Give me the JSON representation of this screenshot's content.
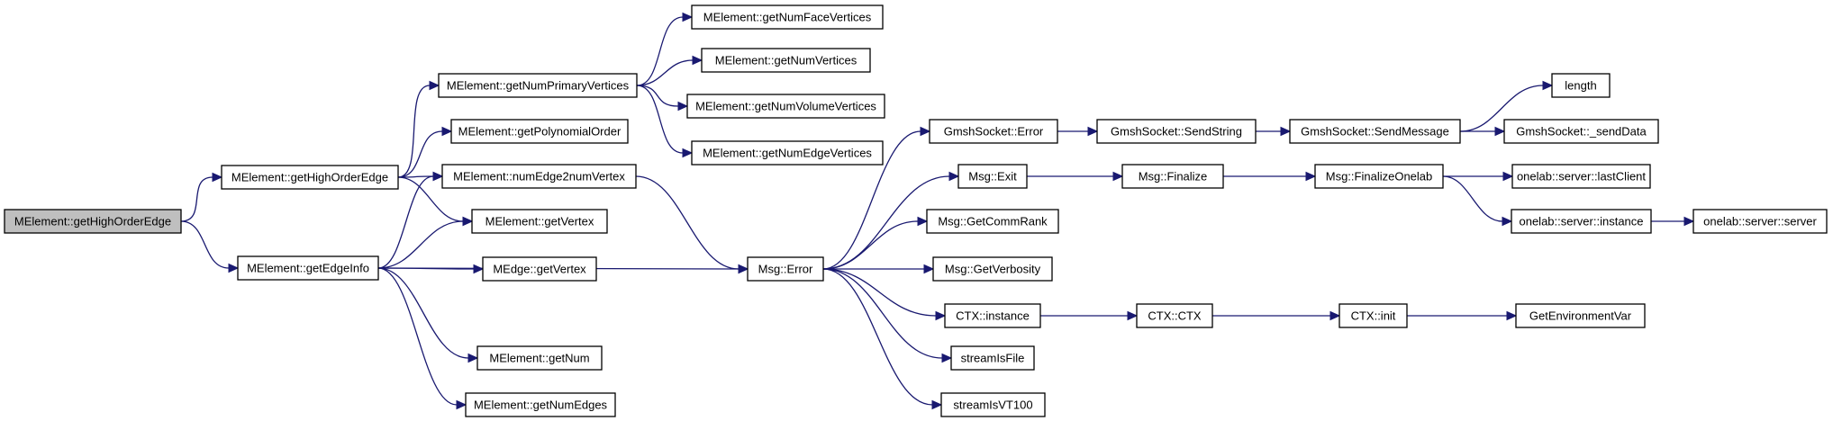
{
  "graph": {
    "nodes": [
      {
        "id": "n0",
        "label": "MElement::getHighOrderEdge",
        "root": true
      },
      {
        "id": "n1",
        "label": "MElement::getHighOrderEdge"
      },
      {
        "id": "n2",
        "label": "MElement::getEdgeInfo"
      },
      {
        "id": "n3",
        "label": "MElement::getNumPrimaryVertices"
      },
      {
        "id": "n4",
        "label": "MElement::getPolynomialOrder"
      },
      {
        "id": "n5",
        "label": "MElement::numEdge2numVertex"
      },
      {
        "id": "n6",
        "label": "MElement::getVertex"
      },
      {
        "id": "n7",
        "label": "MEdge::getVertex"
      },
      {
        "id": "n8",
        "label": "MElement::getNum"
      },
      {
        "id": "n9",
        "label": "MElement::getNumEdges"
      },
      {
        "id": "n10",
        "label": "MElement::getNumFaceVertices"
      },
      {
        "id": "n11",
        "label": "MElement::getNumVertices"
      },
      {
        "id": "n12",
        "label": "MElement::getNumVolumeVertices"
      },
      {
        "id": "n13",
        "label": "MElement::getNumEdgeVertices"
      },
      {
        "id": "n14",
        "label": "Msg::Error"
      },
      {
        "id": "n15",
        "label": "GmshSocket::Error"
      },
      {
        "id": "n16",
        "label": "Msg::Exit"
      },
      {
        "id": "n17",
        "label": "Msg::GetCommRank"
      },
      {
        "id": "n18",
        "label": "Msg::GetVerbosity"
      },
      {
        "id": "n19",
        "label": "CTX::instance"
      },
      {
        "id": "n20",
        "label": "streamIsFile"
      },
      {
        "id": "n21",
        "label": "streamIsVT100"
      },
      {
        "id": "n22",
        "label": "GmshSocket::SendString"
      },
      {
        "id": "n23",
        "label": "GmshSocket::SendMessage"
      },
      {
        "id": "n24",
        "label": "length"
      },
      {
        "id": "n25",
        "label": "GmshSocket::_sendData"
      },
      {
        "id": "n26",
        "label": "Msg::Finalize"
      },
      {
        "id": "n27",
        "label": "Msg::FinalizeOnelab"
      },
      {
        "id": "n28",
        "label": "onelab::server::lastClient"
      },
      {
        "id": "n29",
        "label": "onelab::server::instance"
      },
      {
        "id": "n30",
        "label": "onelab::server::server"
      },
      {
        "id": "n31",
        "label": "CTX::CTX"
      },
      {
        "id": "n32",
        "label": "CTX::init"
      },
      {
        "id": "n33",
        "label": "GetEnvironmentVar"
      }
    ],
    "edges": [
      [
        "n0",
        "n1"
      ],
      [
        "n0",
        "n2"
      ],
      [
        "n1",
        "n3"
      ],
      [
        "n1",
        "n4"
      ],
      [
        "n1",
        "n5"
      ],
      [
        "n1",
        "n6"
      ],
      [
        "n2",
        "n5"
      ],
      [
        "n2",
        "n6"
      ],
      [
        "n2",
        "n7"
      ],
      [
        "n2",
        "n8"
      ],
      [
        "n2",
        "n9"
      ],
      [
        "n2",
        "n14"
      ],
      [
        "n3",
        "n10"
      ],
      [
        "n3",
        "n11"
      ],
      [
        "n3",
        "n12"
      ],
      [
        "n3",
        "n13"
      ],
      [
        "n5",
        "n14"
      ],
      [
        "n14",
        "n15"
      ],
      [
        "n14",
        "n16"
      ],
      [
        "n14",
        "n17"
      ],
      [
        "n14",
        "n18"
      ],
      [
        "n14",
        "n19"
      ],
      [
        "n14",
        "n20"
      ],
      [
        "n14",
        "n21"
      ],
      [
        "n15",
        "n22"
      ],
      [
        "n22",
        "n23"
      ],
      [
        "n23",
        "n24"
      ],
      [
        "n23",
        "n25"
      ],
      [
        "n16",
        "n26"
      ],
      [
        "n26",
        "n27"
      ],
      [
        "n27",
        "n28"
      ],
      [
        "n27",
        "n29"
      ],
      [
        "n29",
        "n30"
      ],
      [
        "n19",
        "n31"
      ],
      [
        "n31",
        "n32"
      ],
      [
        "n32",
        "n33"
      ]
    ]
  }
}
